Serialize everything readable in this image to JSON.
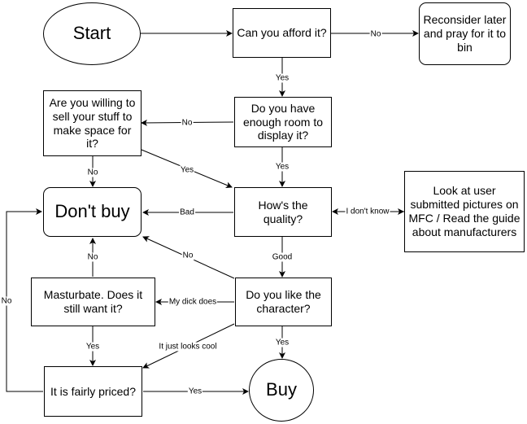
{
  "nodes": {
    "start": "Start",
    "afford": "Can you afford it?",
    "reconsider": "Reconsider later and pray for it to bin",
    "room": "Do you have enough room to display it?",
    "sell": "Are you willing to sell your stuff to make space for it?",
    "dont_buy": "Don't buy",
    "quality": "How's the quality?",
    "look": "Look at user submitted pictures on MFC / Read the guide about manufacturers",
    "masturbate": "Masturbate. Does it still want it?",
    "character": "Do you like the character?",
    "priced": "It is fairly priced?",
    "buy": "Buy"
  },
  "edges": {
    "afford_no": "No",
    "afford_yes": "Yes",
    "room_no": "No",
    "room_yes": "Yes",
    "sell_no": "No",
    "sell_yes": "Yes",
    "quality_bad": "Bad",
    "quality_dont_know": "I don't know",
    "quality_good": "Good",
    "character_no": "No",
    "character_dick": "My dick does",
    "character_yes": "Yes",
    "character_cool": "It just looks cool",
    "masturbate_no": "No",
    "masturbate_yes": "Yes",
    "priced_yes": "Yes",
    "priced_no": "No"
  }
}
